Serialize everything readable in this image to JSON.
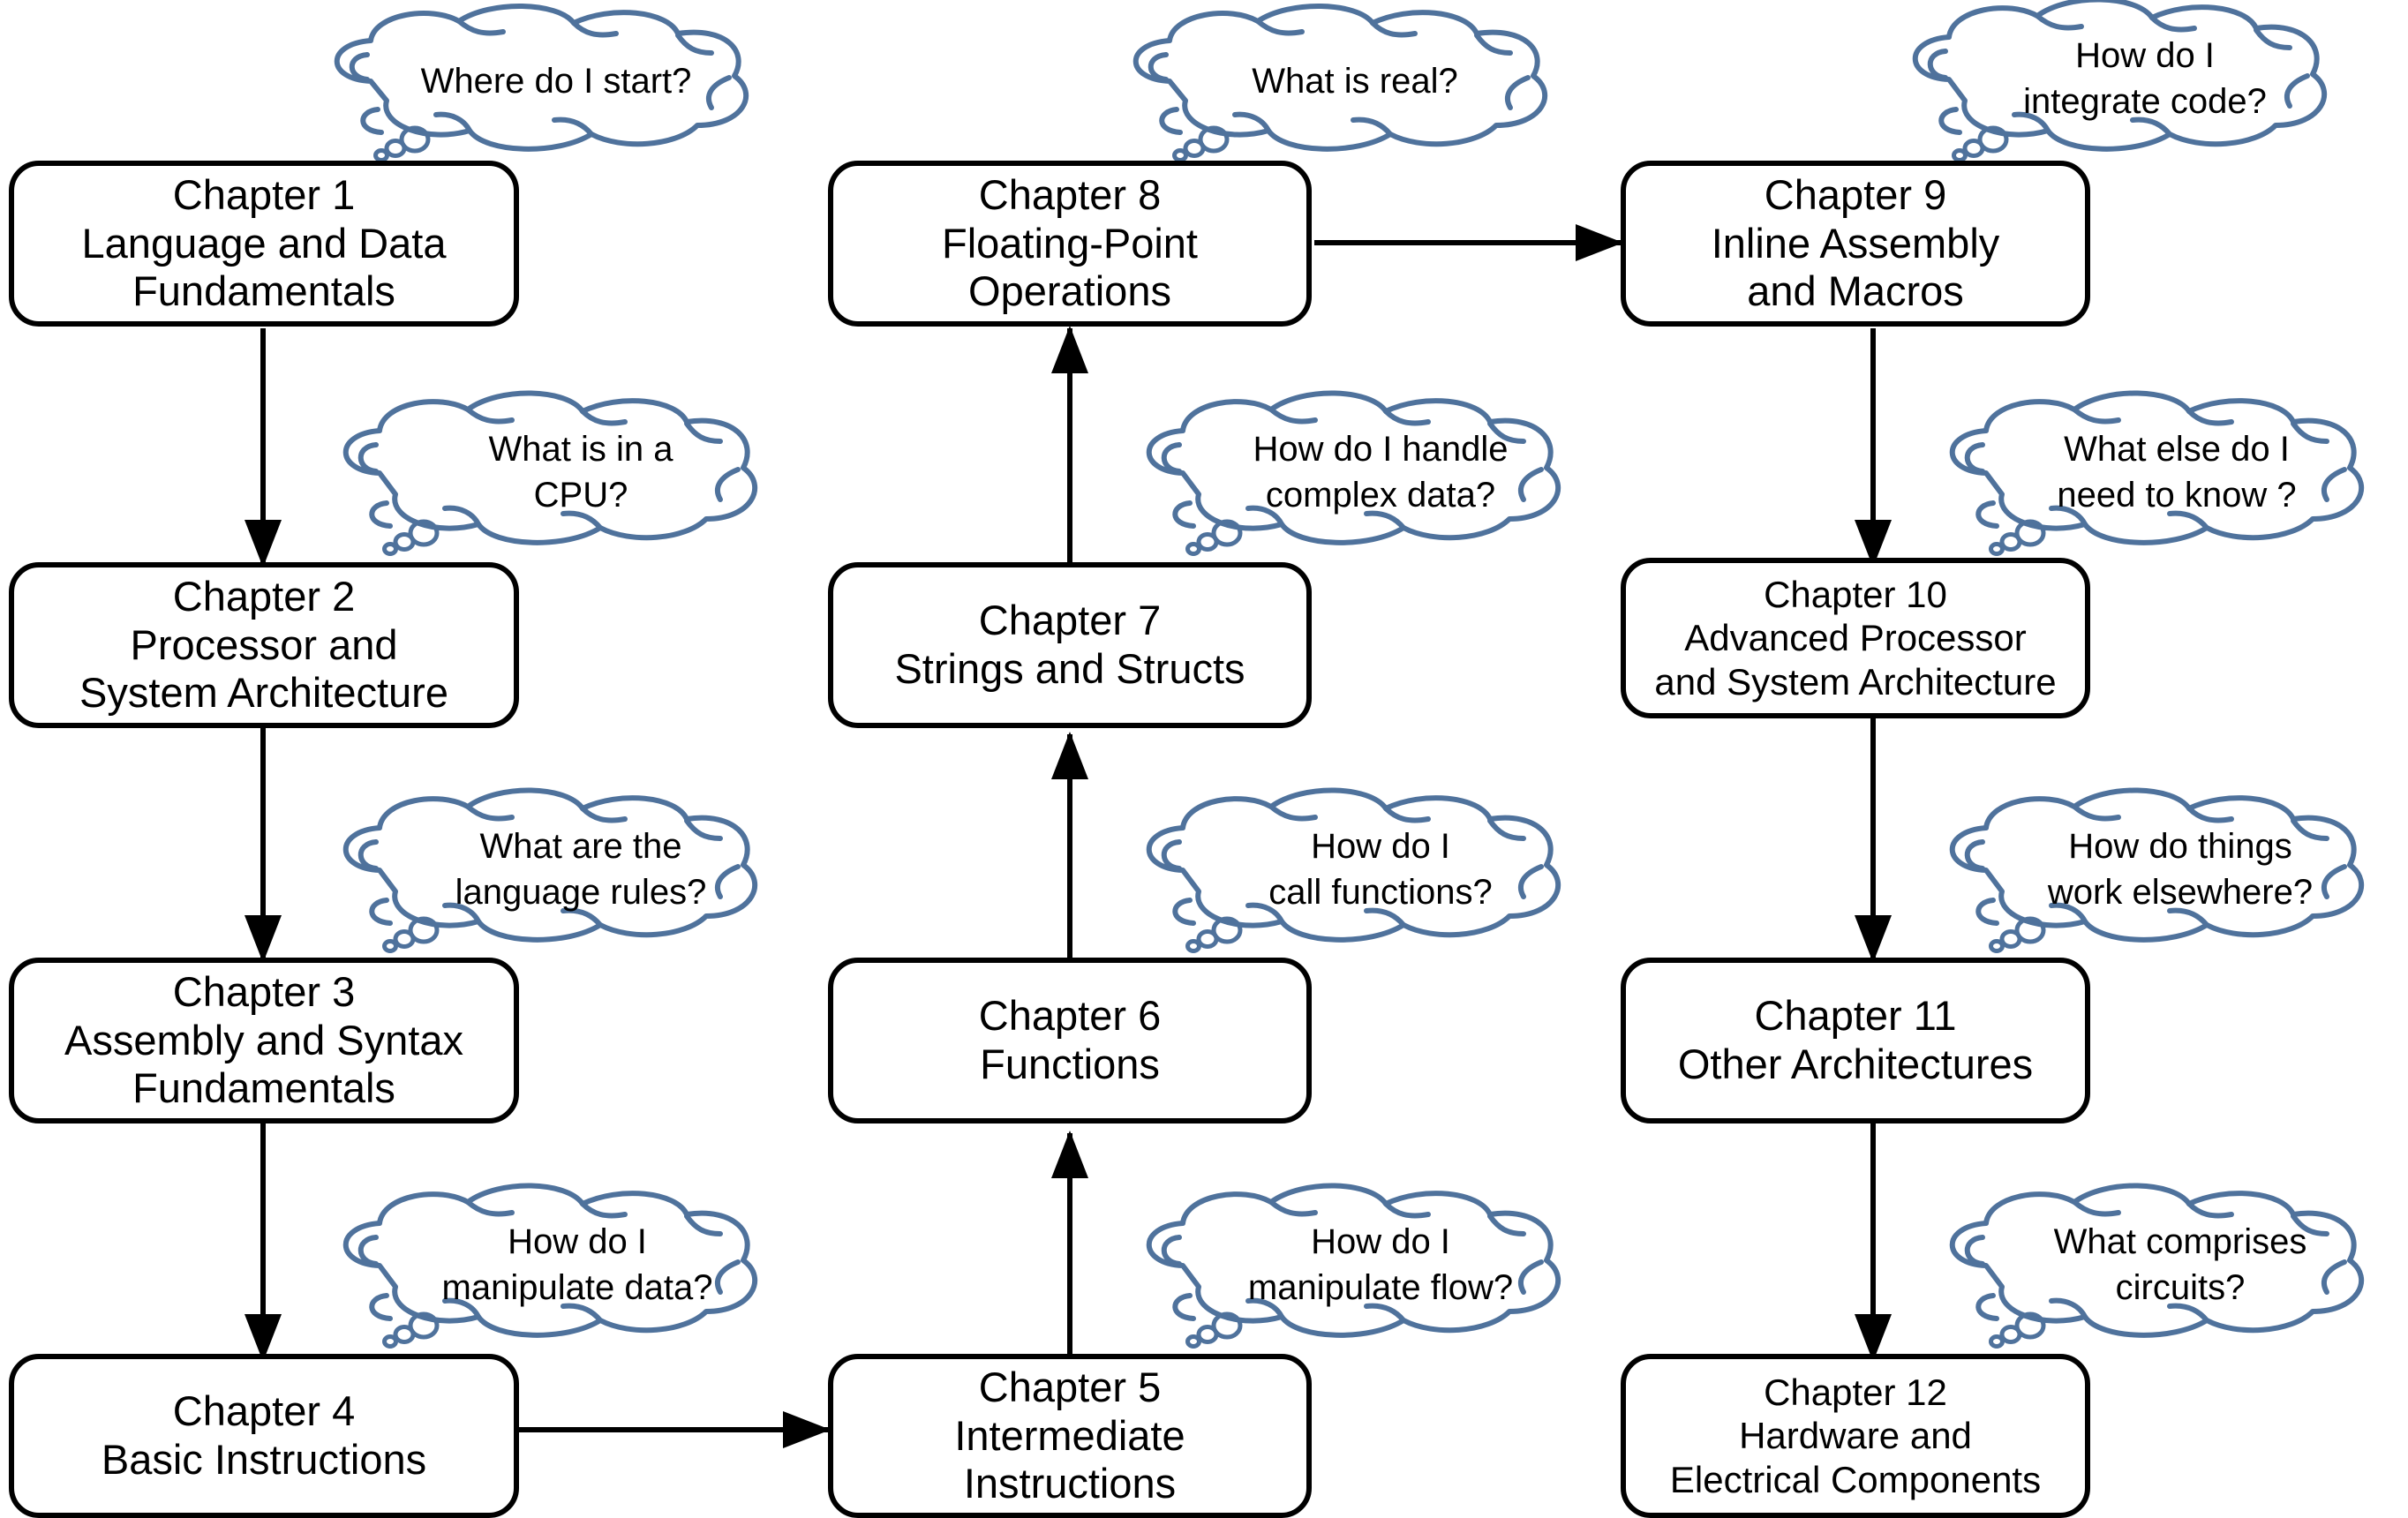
{
  "diagram": {
    "title": "Book chapter roadmap flowchart",
    "colors": {
      "node_border": "#000000",
      "node_fill": "#ffffff",
      "cloud_stroke": "#4f729c",
      "arrow": "#000000",
      "text": "#000000",
      "background": "#ffffff"
    }
  },
  "nodes": [
    {
      "id": "ch1",
      "chapter": "Chapter 1",
      "lines": [
        "Language and Data",
        "Fundamentals"
      ]
    },
    {
      "id": "ch2",
      "chapter": "Chapter 2",
      "lines": [
        "Processor and",
        "System Architecture"
      ]
    },
    {
      "id": "ch3",
      "chapter": "Chapter 3",
      "lines": [
        "Assembly and Syntax",
        "Fundamentals"
      ]
    },
    {
      "id": "ch4",
      "chapter": "Chapter 4",
      "lines": [
        "Basic Instructions"
      ]
    },
    {
      "id": "ch5",
      "chapter": "Chapter 5",
      "lines": [
        "Intermediate",
        "Instructions"
      ]
    },
    {
      "id": "ch6",
      "chapter": "Chapter 6",
      "lines": [
        "Functions"
      ]
    },
    {
      "id": "ch7",
      "chapter": "Chapter 7",
      "lines": [
        "Strings and Structs"
      ]
    },
    {
      "id": "ch8",
      "chapter": "Chapter 8",
      "lines": [
        "Floating-Point",
        "Operations"
      ]
    },
    {
      "id": "ch9",
      "chapter": "Chapter 9",
      "lines": [
        "Inline Assembly",
        "and Macros"
      ]
    },
    {
      "id": "ch10",
      "chapter": "Chapter 10",
      "lines": [
        "Advanced Processor",
        "and System Architecture"
      ]
    },
    {
      "id": "ch11",
      "chapter": "Chapter 11",
      "lines": [
        "Other Architectures"
      ]
    },
    {
      "id": "ch12",
      "chapter": "Chapter 12",
      "lines": [
        "Hardware and",
        "Electrical Components"
      ]
    }
  ],
  "thought_bubbles": [
    {
      "id": "q1",
      "for": "ch1",
      "lines": [
        "Where do I start?"
      ]
    },
    {
      "id": "q2",
      "for": "ch2",
      "lines": [
        "What is in a",
        "CPU?"
      ]
    },
    {
      "id": "q3",
      "for": "ch3",
      "lines": [
        "What are the",
        "language rules?"
      ]
    },
    {
      "id": "q4",
      "for": "ch4",
      "lines": [
        "How do I",
        "manipulate data?"
      ]
    },
    {
      "id": "q5",
      "for": "ch5",
      "lines": [
        "How do I",
        "manipulate flow?"
      ]
    },
    {
      "id": "q6",
      "for": "ch6",
      "lines": [
        "How do I",
        "call functions?"
      ]
    },
    {
      "id": "q7",
      "for": "ch7",
      "lines": [
        "How do I handle",
        "complex data?"
      ]
    },
    {
      "id": "q8",
      "for": "ch8",
      "lines": [
        "What is real?"
      ]
    },
    {
      "id": "q9",
      "for": "ch9",
      "lines": [
        "How do I",
        "integrate code?"
      ]
    },
    {
      "id": "q10",
      "for": "ch10",
      "lines": [
        "What else do I",
        "need to know ?"
      ]
    },
    {
      "id": "q11",
      "for": "ch11",
      "lines": [
        "How do things",
        "work elsewhere?"
      ]
    },
    {
      "id": "q12",
      "for": "ch12",
      "lines": [
        "What comprises",
        "circuits?"
      ]
    }
  ],
  "edges": [
    {
      "from": "ch1",
      "to": "ch2",
      "direction": "down"
    },
    {
      "from": "ch2",
      "to": "ch3",
      "direction": "down"
    },
    {
      "from": "ch3",
      "to": "ch4",
      "direction": "down"
    },
    {
      "from": "ch4",
      "to": "ch5",
      "direction": "right"
    },
    {
      "from": "ch5",
      "to": "ch6",
      "direction": "up"
    },
    {
      "from": "ch6",
      "to": "ch7",
      "direction": "up"
    },
    {
      "from": "ch7",
      "to": "ch8",
      "direction": "up"
    },
    {
      "from": "ch8",
      "to": "ch9",
      "direction": "right"
    },
    {
      "from": "ch9",
      "to": "ch10",
      "direction": "down"
    },
    {
      "from": "ch10",
      "to": "ch11",
      "direction": "down"
    },
    {
      "from": "ch11",
      "to": "ch12",
      "direction": "down"
    }
  ]
}
